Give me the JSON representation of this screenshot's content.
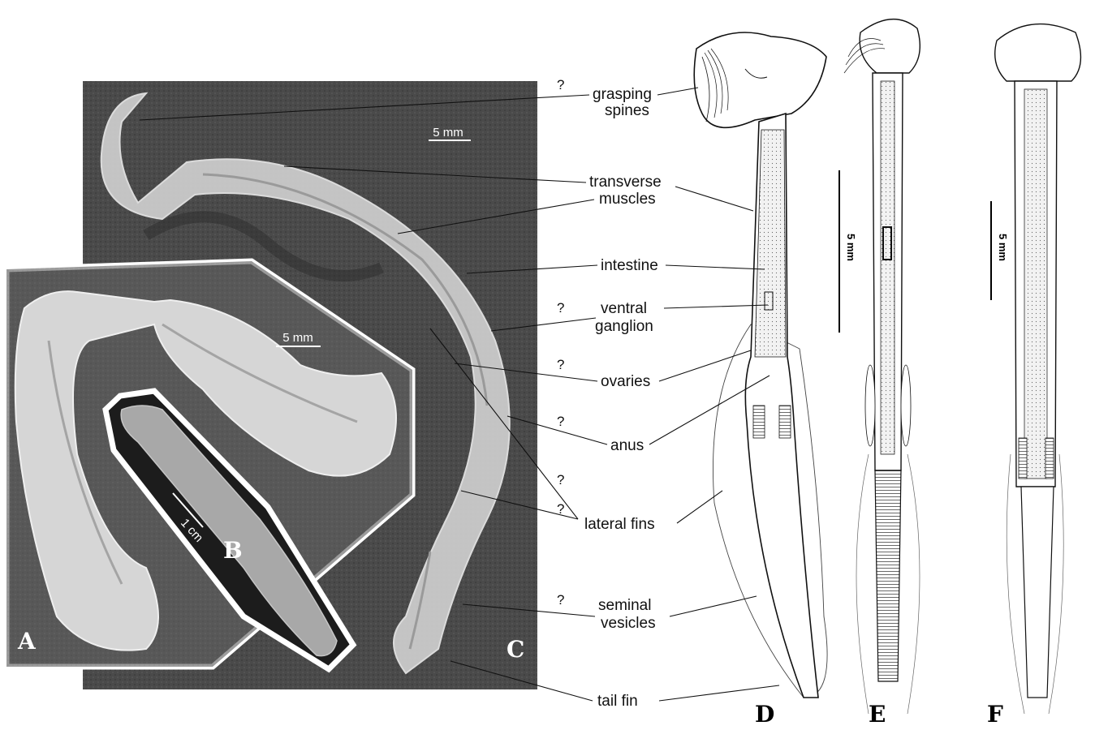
{
  "labels": {
    "grasping_spines": [
      "grasping",
      "spines"
    ],
    "transverse_muscles": [
      "transverse",
      "muscles"
    ],
    "intestine": "intestine",
    "ventral_ganglion": [
      "ventral",
      "ganglion"
    ],
    "ovaries": "ovaries",
    "anus": "anus",
    "lateral_fins": "lateral fins",
    "seminal_vesicles": [
      "seminal",
      "vesicles"
    ],
    "tail_fin": "tail fin",
    "uncertain_mark": "?"
  },
  "scale_bars": {
    "photo_c": "5 mm",
    "photo_a": "5 mm",
    "photo_b": "1 cm",
    "drawing_e": "5 mm",
    "drawing_f": "5 mm"
  },
  "panels": [
    "A",
    "B",
    "C",
    "D",
    "E",
    "F"
  ],
  "colors": {
    "photo_dark": "#3a3a3a",
    "photo_mid": "#5c5c5c",
    "specimen": "#d2d2d2",
    "frame": "#ffffff",
    "ink": "#111111"
  }
}
